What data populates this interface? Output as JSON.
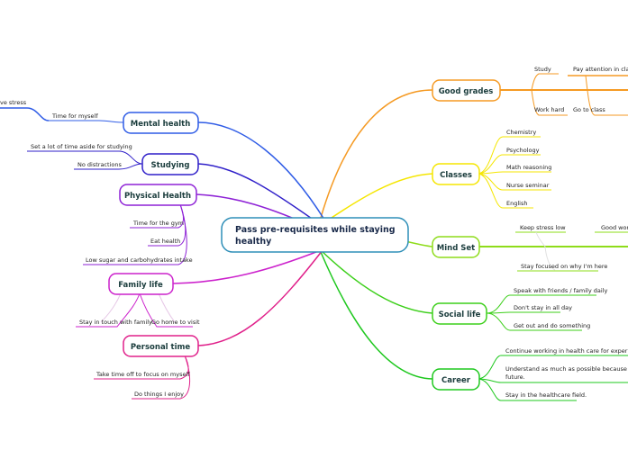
{
  "central": {
    "title": "Pass pre-requisites while staying healthy",
    "line1": "Pass pre-requisites while staying",
    "line2": "healthy"
  },
  "branches": {
    "good_grades": {
      "label": "Good grades",
      "color": "#f59a23",
      "items": [
        "Study",
        "Pay attention in class",
        "Work hard",
        "Go to class"
      ]
    },
    "classes": {
      "label": "Classes",
      "color": "#f5e600",
      "items": [
        "Chemistry",
        "Psychology",
        "Math reasoning",
        "Nurse seminar",
        "English"
      ]
    },
    "mind_set": {
      "label": "Mind Set",
      "color": "#8edc1a",
      "items": [
        "Keep stress low",
        "Good work",
        "Stay focused on why I'm here"
      ]
    },
    "social_life": {
      "label": "Social life",
      "color": "#3ccf1a",
      "items": [
        "Speak with friends / family daily",
        "Don't stay in all day",
        "Get out and do something"
      ]
    },
    "career": {
      "label": "Career",
      "color": "#1ec81e",
      "items": [
        "Continue working in health care for experience",
        "Understand as much as possible because I'll need",
        "future.",
        "Stay in the healthcare field."
      ]
    },
    "mental_health": {
      "label": "Mental health",
      "color": "#2f5ce6",
      "items": [
        "ve stress",
        "Time for myself"
      ]
    },
    "studying": {
      "label": "Studying",
      "color": "#2f1fc9",
      "items": [
        "Set a lot of time aside for studying",
        "No distractions"
      ]
    },
    "physical_health": {
      "label": "Physical Health",
      "color": "#8e22d6",
      "items": [
        "Time for the gym",
        "Eat health",
        "Low sugar and carbohydrates intake"
      ]
    },
    "family_life": {
      "label": "Family life",
      "color": "#cc22cc",
      "items": [
        "Stay in touch with family",
        "Go home to visit"
      ]
    },
    "personal_time": {
      "label": "Personal time",
      "color": "#e0208a",
      "items": [
        "Take time off to focus on myself",
        "Do things I enjoy"
      ]
    }
  }
}
